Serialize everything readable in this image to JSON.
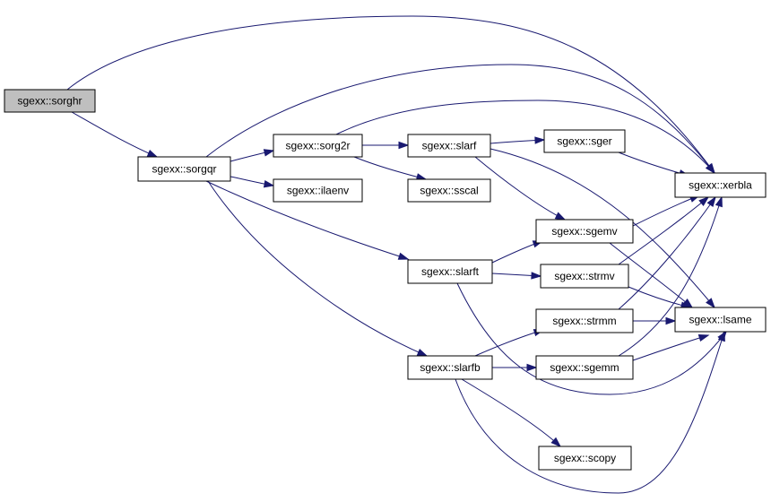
{
  "diagram": {
    "nodes": [
      {
        "id": "sorghr",
        "label": "sgexx::sorghr",
        "root": true
      },
      {
        "id": "sorgqr",
        "label": "sgexx::sorgqr"
      },
      {
        "id": "sorg2r",
        "label": "sgexx::sorg2r"
      },
      {
        "id": "ilaenv",
        "label": "sgexx::ilaenv"
      },
      {
        "id": "slarf",
        "label": "sgexx::slarf"
      },
      {
        "id": "sscal",
        "label": "sgexx::sscal"
      },
      {
        "id": "sger",
        "label": "sgexx::sger"
      },
      {
        "id": "xerbla",
        "label": "sgexx::xerbla"
      },
      {
        "id": "sgemv",
        "label": "sgexx::sgemv"
      },
      {
        "id": "slarft",
        "label": "sgexx::slarft"
      },
      {
        "id": "strmv",
        "label": "sgexx::strmv"
      },
      {
        "id": "strmm",
        "label": "sgexx::strmm"
      },
      {
        "id": "lsame",
        "label": "sgexx::lsame"
      },
      {
        "id": "slarfb",
        "label": "sgexx::slarfb"
      },
      {
        "id": "sgemm",
        "label": "sgexx::sgemm"
      },
      {
        "id": "scopy",
        "label": "sgexx::scopy"
      }
    ],
    "edges": [
      [
        "sorghr",
        "xerbla"
      ],
      [
        "sorghr",
        "sorgqr"
      ],
      [
        "sorgqr",
        "xerbla"
      ],
      [
        "sorgqr",
        "sorg2r"
      ],
      [
        "sorgqr",
        "ilaenv"
      ],
      [
        "sorgqr",
        "slarft"
      ],
      [
        "sorgqr",
        "slarfb"
      ],
      [
        "sorg2r",
        "xerbla"
      ],
      [
        "sorg2r",
        "slarf"
      ],
      [
        "sorg2r",
        "sscal"
      ],
      [
        "slarf",
        "sger"
      ],
      [
        "slarf",
        "sgemv"
      ],
      [
        "slarf",
        "lsame"
      ],
      [
        "sger",
        "xerbla"
      ],
      [
        "sgemv",
        "xerbla"
      ],
      [
        "sgemv",
        "lsame"
      ],
      [
        "slarft",
        "sgemv"
      ],
      [
        "slarft",
        "strmv"
      ],
      [
        "slarft",
        "lsame"
      ],
      [
        "strmv",
        "xerbla"
      ],
      [
        "strmv",
        "lsame"
      ],
      [
        "strmm",
        "xerbla"
      ],
      [
        "strmm",
        "lsame"
      ],
      [
        "slarfb",
        "strmm"
      ],
      [
        "slarfb",
        "sgemm"
      ],
      [
        "slarfb",
        "scopy"
      ],
      [
        "slarfb",
        "lsame"
      ],
      [
        "sgemm",
        "xerbla"
      ],
      [
        "sgemm",
        "lsame"
      ]
    ],
    "colors": {
      "edge": "#191970",
      "root_fill": "#bfbfbf",
      "node_fill": "#ffffff"
    }
  }
}
